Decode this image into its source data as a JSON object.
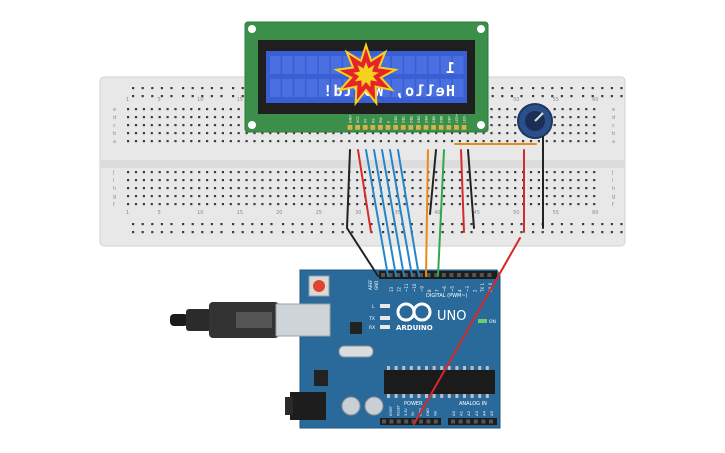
{
  "lcd": {
    "line1": "1",
    "line2": "Hello, World!",
    "pin_labels": [
      "GND",
      "VCC",
      "V0",
      "RS",
      "RW",
      "E",
      "DB0",
      "DB1",
      "DB2",
      "DB3",
      "DB4",
      "DB5",
      "DB6",
      "DB7",
      "LED+",
      "LED-"
    ]
  },
  "arduino": {
    "brand": "ARDUINO",
    "model": "UNO",
    "header_digital": "DIGITAL (PWM~)",
    "header_analog": "ANALOG IN",
    "header_power": "POWER",
    "aref": "AREF",
    "gnd": "GND",
    "digital_pins": [
      "13",
      "12",
      "~11",
      "~10",
      "~9",
      "8",
      "7",
      "~6",
      "~5",
      "4",
      "~3",
      "2",
      "TX 1",
      "RX 0"
    ],
    "power_pins": [
      "IOREF",
      "RESET",
      "3.3V",
      "5V",
      "GND",
      "GND",
      "Vin"
    ],
    "analog_pins": [
      "A0",
      "A1",
      "A2",
      "A3",
      "A4",
      "A5"
    ],
    "led_l": "L",
    "led_tx": "TX",
    "led_rx": "RX",
    "led_on": "ON"
  },
  "breadboard": {
    "row_letters_top": [
      "a",
      "b",
      "c",
      "d",
      "e"
    ],
    "row_letters_bottom": [
      "f",
      "g",
      "h",
      "i",
      "j"
    ],
    "column_numbers": [
      "1",
      "5",
      "10",
      "15",
      "20",
      "25",
      "30",
      "35",
      "40",
      "45",
      "50",
      "55",
      "60"
    ]
  },
  "colors": {
    "pcb": "#2a6a9b",
    "lcd_board": "#3b8f4a",
    "lcd_screen": "#3b5fd6",
    "wire_red": "#d42a2a",
    "wire_black": "#222222",
    "wire_blue": "#2486c8",
    "wire_orange": "#e68a1a",
    "wire_green": "#2fa84a",
    "breadboard": "#e9e9e9"
  }
}
